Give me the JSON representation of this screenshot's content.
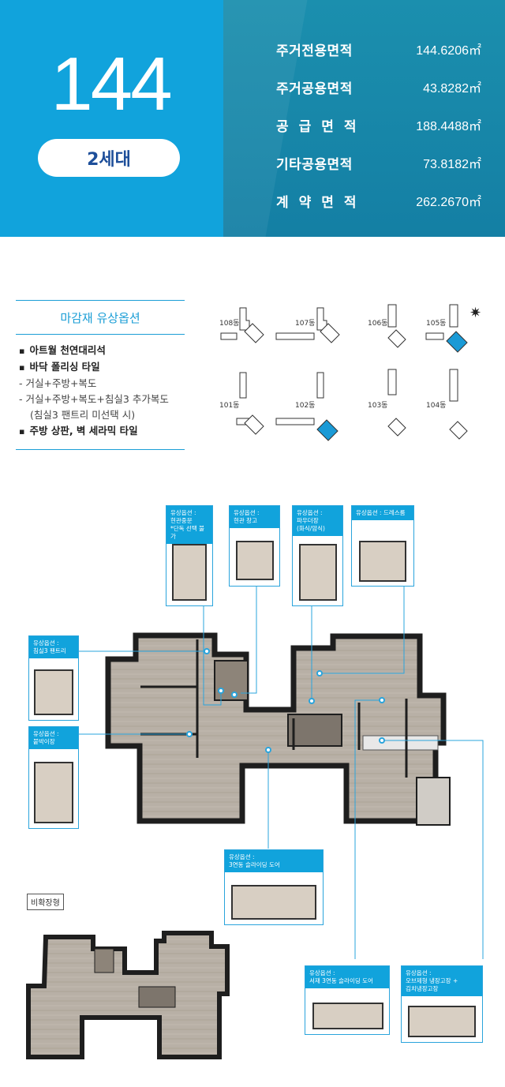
{
  "header": {
    "unit_type": "144",
    "households": "2세대",
    "areas": [
      {
        "label": "주거전용면적",
        "value": "144.6206㎡"
      },
      {
        "label": "주거공용면적",
        "value": "43.8282㎡"
      },
      {
        "label": "공급면적",
        "value": "188.4488㎡"
      },
      {
        "label": "기타공용면적",
        "value": "73.8182㎡"
      },
      {
        "label": "계약면적",
        "value": "262.2670㎡"
      }
    ]
  },
  "finish": {
    "title": "마감재 유상옵션",
    "items": [
      "아트월 천연대리석",
      "바닥 폴리싱 타일",
      "거실+주방+복도",
      "거실+주방+복도+침실3 추가복도",
      "(침실3 팬트리 미선택 시)",
      "주방 상판, 벽 세라믹 타일"
    ]
  },
  "site_keys": {
    "buildings": [
      "108동",
      "107동",
      "106동",
      "105동",
      "101동",
      "102동",
      "103동",
      "104동"
    ],
    "highlight_color": "#1a9ad6"
  },
  "options": {
    "entrance_door": {
      "line1": "유상옵션 :",
      "line2": "현관중문",
      "line3": "*단독 선택 불가"
    },
    "entrance_storage": {
      "line1": "유상옵션 :",
      "line2": "현관 창고"
    },
    "powder_room": {
      "line1": "유상옵션 :",
      "line2": "파우더장",
      "line3": "(화식/암식)"
    },
    "dress_room": {
      "line1": "유상옵션 : 드레스룸"
    },
    "bedroom3_pantry": {
      "line1": "유상옵션 :",
      "line2": "침실3 팬트리"
    },
    "wall_storage": {
      "line1": "유상옵션 :",
      "line2": "붙박이장"
    },
    "sliding_door_3": {
      "line1": "유상옵션 :",
      "line2": "3연동 슬라이딩 도어"
    },
    "study_sliding_door": {
      "line1": "유상옵션 :",
      "line2": "서재 3연동 슬라이딩 도어"
    },
    "oven_fridge": {
      "line1": "유상옵션 :",
      "line2": "오브제형 냉장고장 +",
      "line3": "김치냉장고장"
    }
  },
  "non_extended_label": "비확장형",
  "colors": {
    "primary": "#11a3dc",
    "dark": "#147fa4",
    "floor": "#b9b2a9",
    "wall": "#1e1e1e"
  }
}
